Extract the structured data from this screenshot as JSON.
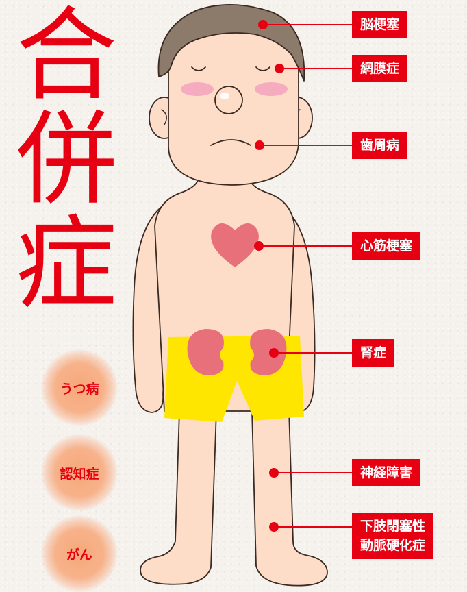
{
  "title": [
    "合",
    "併",
    "症"
  ],
  "side_conditions": [
    "うつ病",
    "認知症",
    "がん"
  ],
  "complications": {
    "brain": "脳梗塞",
    "retina": "網膜症",
    "gum": "歯周病",
    "heart": "心筋梗塞",
    "kidney": "腎症",
    "nerve": "神経障害",
    "artery_line1": "下肢閉塞性",
    "artery_line2": "動脈硬化症"
  },
  "colors": {
    "accent": "#e60012",
    "skin": "#fddcc8",
    "hair": "#8c7a6b",
    "shorts": "#ffe600",
    "organ": "#e8707a",
    "bubble": "#f7b28b"
  }
}
